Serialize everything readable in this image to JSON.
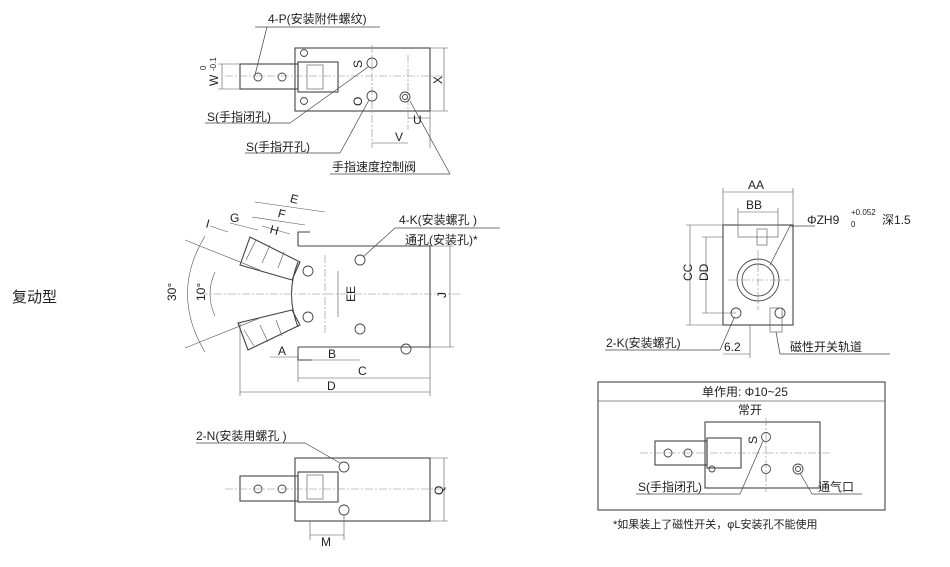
{
  "side_label": "复动型",
  "top_view": {
    "thread_label": "4-P(安装附件螺纹)",
    "dim_w": "W",
    "tol_upper": "0",
    "tol_lower": "-0.1",
    "dim_x": "X",
    "dim_s": "S",
    "dim_o": "O",
    "dim_v": "V",
    "dim_u": "U",
    "closed_label": "S(手指闭孔)",
    "open_label": "S(手指开孔)",
    "valve_label": "手指速度控制阀"
  },
  "main_view": {
    "dim_e": "E",
    "dim_f": "F",
    "dim_g": "G",
    "dim_h": "H",
    "dim_i": "I",
    "angle_30": "30°",
    "angle_10": "10°",
    "mount_label": "4-K(安装螺孔 )",
    "through_label": "通孔(安装孔)*",
    "dim_ee": "EE",
    "dim_j": "J",
    "dim_a": "A",
    "dim_b": "B",
    "dim_c": "C",
    "dim_d": "D"
  },
  "bottom_view": {
    "mount_label": "2-N(安装用螺孔 )",
    "dim_q": "Q",
    "dim_m": "M"
  },
  "end_view": {
    "dim_aa": "AA",
    "dim_bb": "BB",
    "dim_cc": "CC",
    "dim_dd": "DD",
    "bore_label": "ΦZH9",
    "tol_upper": "+0.052",
    "tol_lower": "0",
    "depth_label": "深1.5",
    "mount_label": "2-K(安装螺孔)",
    "dim_62": "6.2",
    "rail_label": "磁性开关轨道"
  },
  "single_acting": {
    "title": "单作用: Φ10~25",
    "subtitle": "常开",
    "dim_s": "S",
    "closed_label": "S(手指闭孔)",
    "vent_label": "通气口"
  },
  "footnote": "*如果装上了磁性开关，φL安装孔不能使用"
}
